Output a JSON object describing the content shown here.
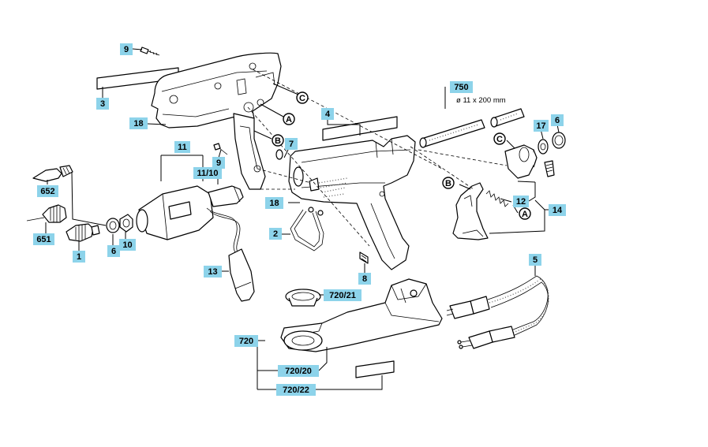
{
  "labels": {
    "l9a": "9",
    "l3": "3",
    "l18a": "18",
    "l11": "11",
    "l9b": "9",
    "l1110": "11/10",
    "l652": "652",
    "l651": "651",
    "l1": "1",
    "l6a": "6",
    "l10": "10",
    "l4": "4",
    "l7": "7",
    "l18b": "18",
    "l2": "2",
    "l8": "8",
    "l13": "13",
    "l720": "720",
    "l72021": "720/21",
    "l72020": "720/20",
    "l72022": "720/22",
    "l750": "750",
    "l17": "17",
    "l6b": "6",
    "l12": "12",
    "l14": "14",
    "l5": "5"
  },
  "circle_refs": {
    "cC1": "C",
    "cA1": "A",
    "cB1": "B",
    "cC2": "C",
    "cB2": "B",
    "cA2": "A"
  },
  "notes": {
    "stick_size": "ø 11 x 200 mm"
  },
  "colors": {
    "label_box": "#8dd3ea",
    "line": "#000000",
    "background": "#ffffff"
  }
}
